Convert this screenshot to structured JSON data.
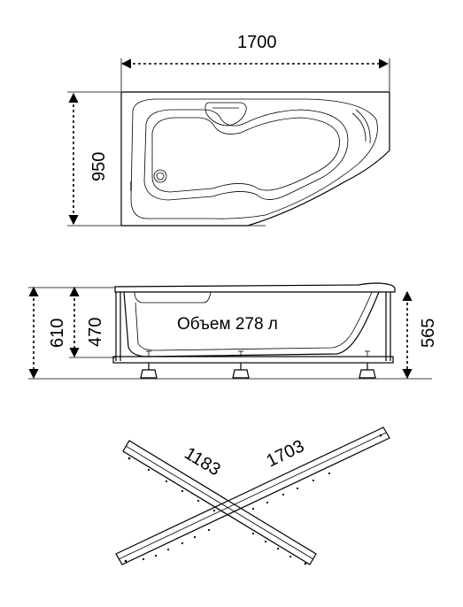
{
  "top_view": {
    "length": "1700",
    "width": "950"
  },
  "side_view": {
    "total_height": "610",
    "tub_depth": "470",
    "leg_height": "565",
    "volume": "Объем 278 л"
  },
  "frame": {
    "short_bar": "1183",
    "long_bar": "1703"
  }
}
